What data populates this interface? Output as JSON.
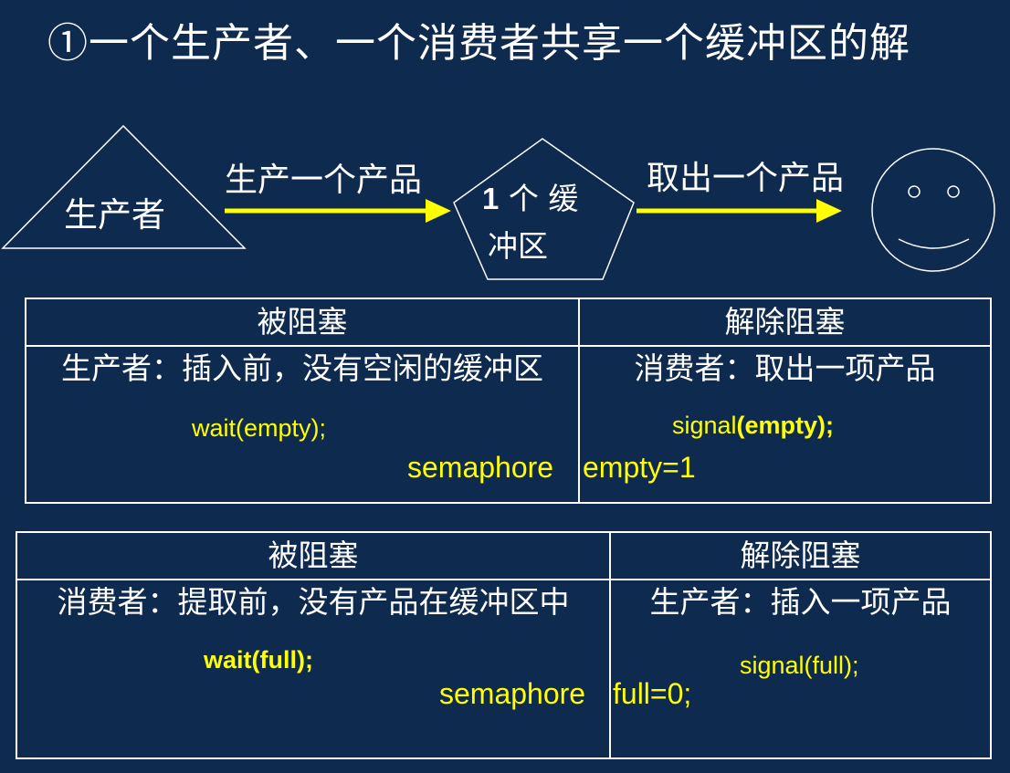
{
  "title": "①一个生产者、一个消费者共享一个缓冲区的解",
  "diagram": {
    "producer": "生产者",
    "produce_label": "生产一个产品",
    "buffer_line1_num": "1",
    "buffer_line1_text": "个 缓",
    "buffer_line2": "冲区",
    "take_label": "取出一个产品",
    "colors": {
      "arrow": "#ffff00",
      "outline": "#ffffff"
    },
    "consumer_icon": "smiley-face-icon"
  },
  "table1": {
    "col1_header": "被阻塞",
    "col2_header": "解除阻塞",
    "col1_text": "生产者：插入前，没有空闲的缓冲区",
    "col2_text": "消费者：取出一项产品",
    "wait_code": "wait(empty);",
    "signal_prefix": "signal",
    "signal_bold": "(empty);",
    "semaphore_keyword": "semaphore",
    "semaphore_value": "empty=1"
  },
  "table2": {
    "col1_header": "被阻塞",
    "col2_header": "解除阻塞",
    "col1_text": "消费者：提取前，没有产品在缓冲区中",
    "col2_text": "生产者：插入一项产品",
    "wait_code": "wait(full);",
    "signal_code": "signal(full);",
    "semaphore_keyword": "semaphore",
    "semaphore_value": "full=0;"
  },
  "colors": {
    "background": "#0e2a4e",
    "code": "#ffff00",
    "text": "#ffffff"
  }
}
